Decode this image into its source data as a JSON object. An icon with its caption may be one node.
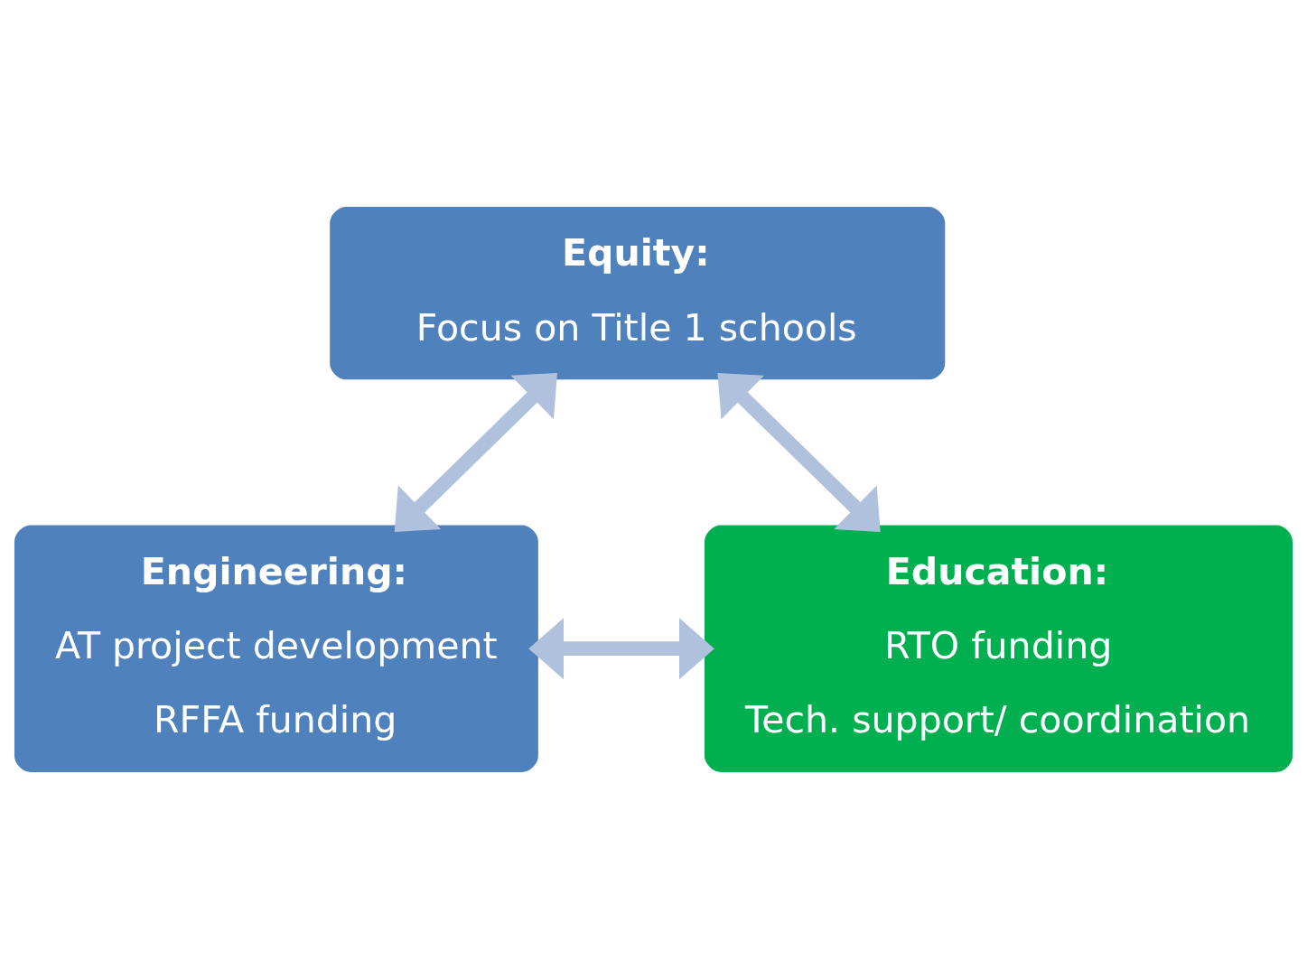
{
  "diagram": {
    "nodes": [
      {
        "text": [
          "Equity:",
          "Focus on Title 1 schools"
        ]
      },
      {
        "text": [
          "Engineering:",
          "AT project development",
          "RFFA funding"
        ]
      },
      {
        "text": [
          "Education:",
          "RTO funding",
          "Tech. support/ coordination"
        ]
      }
    ],
    "edges": [
      {
        "from": 0,
        "to": 1,
        "arrow": "both"
      },
      {
        "from": 0,
        "to": 2,
        "arrow": "both"
      },
      {
        "from": 1,
        "to": 2,
        "arrow": "both"
      }
    ]
  }
}
